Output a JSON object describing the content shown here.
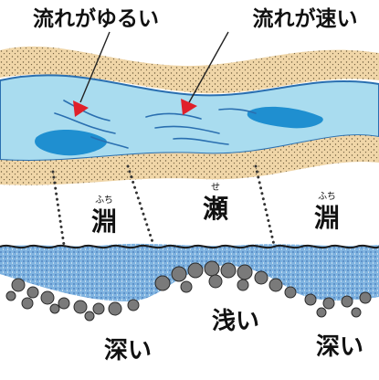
{
  "labels": {
    "slow_flow": "流れがゆるい",
    "fast_flow": "流れが速い",
    "fuchi_left": "淵",
    "fuchi_left_ruby": "ふち",
    "se": "瀬",
    "se_ruby": "せ",
    "fuchi_right": "淵",
    "fuchi_right_ruby": "ふち",
    "deep_left": "深い",
    "shallow": "浅い",
    "deep_right": "深い"
  },
  "colors": {
    "water": "#a9dcef",
    "water_deep": "#1f8fd0",
    "sand": "#f0d6a8",
    "arrow": "#e0202a",
    "cross_water": "#6fa6d8",
    "stone": "#7a7a7a",
    "dotted": "#333333"
  }
}
